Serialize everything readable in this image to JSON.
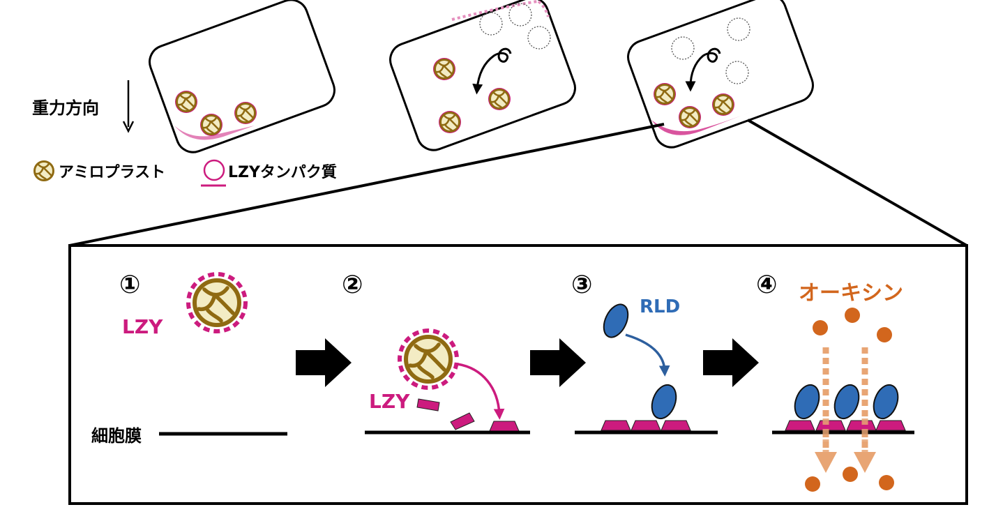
{
  "legend": {
    "gravity_label": "重力方向",
    "amyloplast_label": "アミロプラスト",
    "lzy_protein_label": "LZYタンパク質"
  },
  "detail": {
    "membrane_label": "細胞膜",
    "steps": [
      {
        "number": "①",
        "label": "LZY"
      },
      {
        "number": "②",
        "label": "LZY"
      },
      {
        "number": "③",
        "label": "RLD"
      },
      {
        "number": "④",
        "label": "オーキシン"
      }
    ]
  },
  "colors": {
    "magenta": "#cc1b7e",
    "amyloplast_fill": "#f3ecc4",
    "amyloplast_stroke": "#8f6a12",
    "rld_blue": "#2f6cb6",
    "auxin_orange": "#d2661d",
    "auxin_arrow": "#e8a574"
  }
}
